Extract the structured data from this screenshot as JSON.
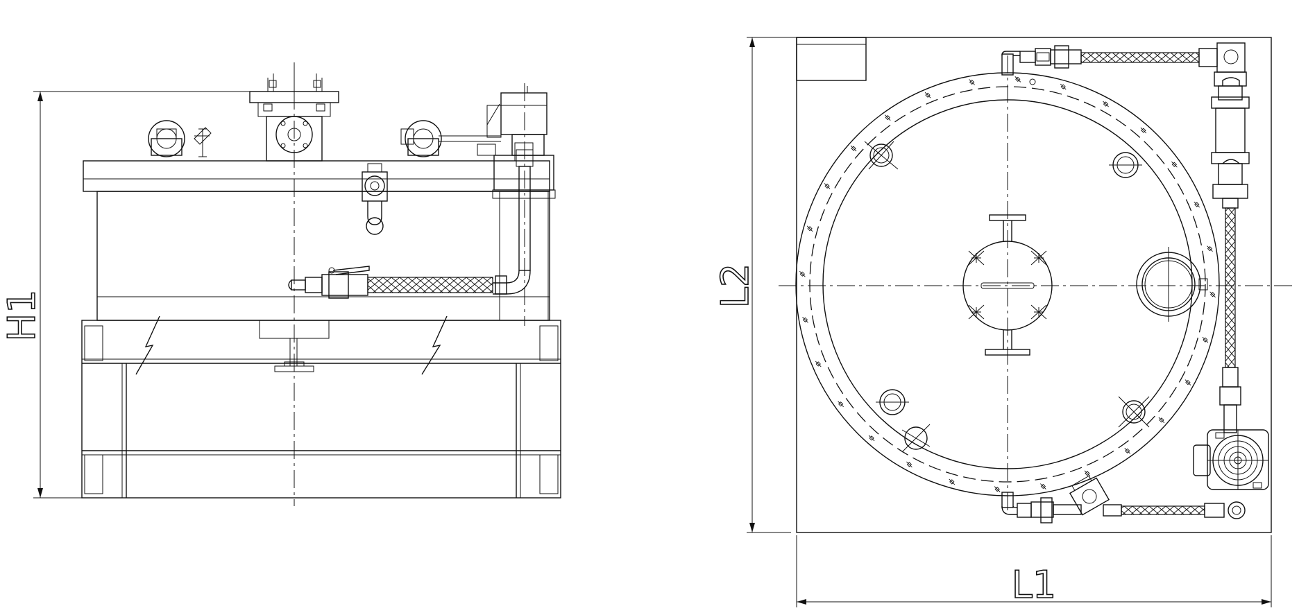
{
  "drawing": {
    "labels": {
      "height": "H1",
      "length_vertical": "L2",
      "length_horizontal": "L1"
    }
  }
}
